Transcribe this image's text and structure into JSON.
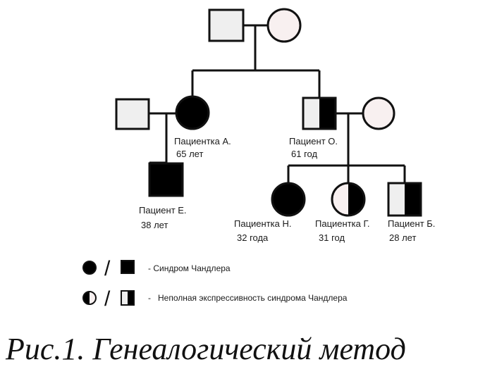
{
  "colors": {
    "affected": "#000000",
    "unaffected_fill": "#efefef",
    "spouse_fill": "#f8f0f0",
    "stroke": "#111111"
  },
  "people": {
    "grandfather": {
      "sex": "male",
      "status": "unaffected"
    },
    "grandmother": {
      "sex": "female",
      "status": "unaffected"
    },
    "husband_a": {
      "sex": "male",
      "status": "unaffected"
    },
    "patient_a": {
      "sex": "female",
      "status": "affected",
      "name": "Пациентка А.",
      "age": "65 лет"
    },
    "patient_o": {
      "sex": "male",
      "status": "partial",
      "name": "Пациент О.",
      "age": "61 год"
    },
    "wife_o": {
      "sex": "female",
      "status": "unaffected"
    },
    "patient_e": {
      "sex": "male",
      "status": "affected",
      "name": "Пациент Е.",
      "age": "38 лет"
    },
    "patient_n": {
      "sex": "female",
      "status": "affected",
      "name": "Пациентка Н.",
      "age": "32 года"
    },
    "patient_g": {
      "sex": "female",
      "status": "partial",
      "name": "Пациентка Г.",
      "age": "31 год"
    },
    "patient_b": {
      "sex": "male",
      "status": "partial",
      "name": "Пациент Б.",
      "age": "28 лет"
    }
  },
  "legend": {
    "slash": "/",
    "affected_text": "- Синдром Чандлера",
    "partial_text": "-   Неполная экспрессивность синдрома Чандлера"
  },
  "caption": "Рис.1. Генеалогический метод"
}
